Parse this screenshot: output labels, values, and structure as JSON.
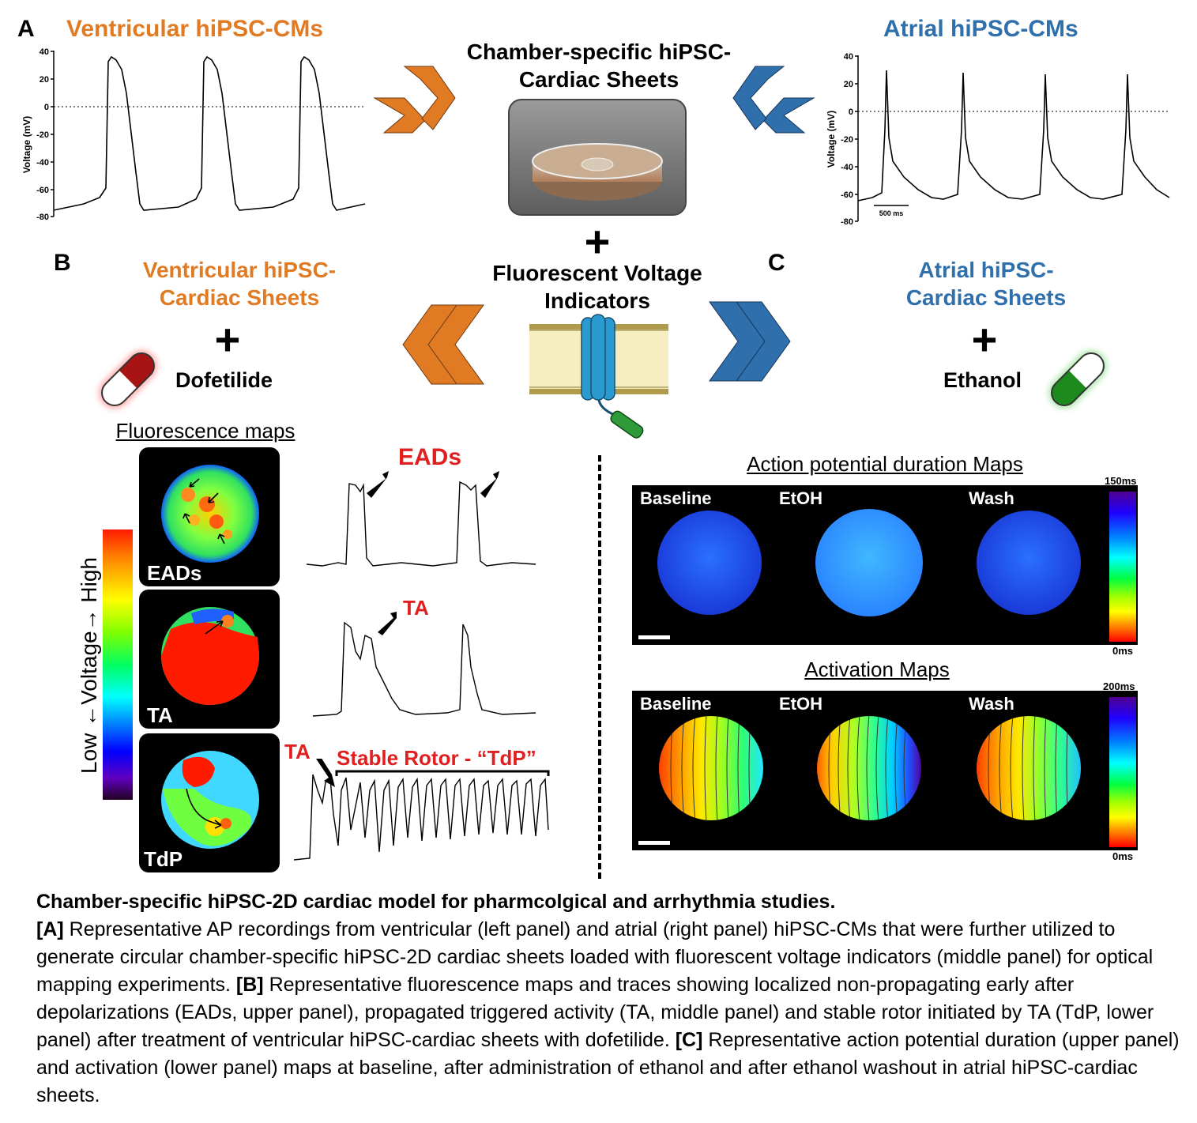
{
  "panel_a": {
    "letter": "A",
    "left_title": "Ventricular hiPSC-CMs",
    "right_title": "Atrial hiPSC-CMs",
    "center_title_line1": "Chamber-specific hiPSC-",
    "center_title_line2": "Cardiac Sheets",
    "left_plot": {
      "ylabel": "Voltage (mV)",
      "yticks": [
        "40",
        "20",
        "0",
        "-20",
        "-40",
        "-60",
        "-80"
      ]
    },
    "right_plot": {
      "ylabel": "Voltage (mV)",
      "yticks": [
        "40",
        "20",
        "0",
        "-20",
        "-40",
        "-60",
        "-80"
      ],
      "scalebar": "500 ms"
    }
  },
  "center": {
    "plus": "+",
    "indicator_line1": "Fluorescent Voltage",
    "indicator_line2": "Indicators"
  },
  "panel_b": {
    "letter": "B",
    "title_line1": "Ventricular hiPSC-",
    "title_line2": "Cardiac Sheets",
    "plus": "+",
    "drug": "Dofetilide",
    "fluorescence_title": "Fluorescence maps",
    "colorbar_label": "Low ←Voltage→ High",
    "maps": [
      "EADs",
      "TA",
      "TdP"
    ],
    "trace_labels": {
      "eads": "EADs",
      "ta": "TA",
      "ta2": "TA",
      "rotor": "Stable Rotor - “TdP”"
    }
  },
  "panel_c": {
    "letter": "C",
    "title_line1": "Atrial hiPSC-",
    "title_line2": "Cardiac Sheets",
    "plus": "+",
    "drug": "Ethanol",
    "apd_title": "Action potential duration Maps",
    "activation_title": "Activation Maps",
    "conditions": [
      "Baseline",
      "EtOH",
      "Wash"
    ],
    "apd_scale_max": "150ms",
    "apd_scale_min": "0ms",
    "act_scale_max": "200ms",
    "act_scale_min": "0ms"
  },
  "caption": {
    "title": "Chamber-specific hiPSC-2D cardiac model for pharmcolgical and arrhythmia studies.",
    "a_tag": "[A]",
    "a_text": " Representative AP recordings from ventricular (left panel) and atrial (right panel) hiPSC-CMs that were further utilized to generate circular chamber-specific hiPSC-2D cardiac sheets loaded with fluorescent voltage indicators (middle panel) for optical mapping experiments. ",
    "b_tag": "[B]",
    "b_text": " Representative fluorescence maps and traces showing localized non-propagating early after depolarizations (EADs, upper panel), propagated triggered activity (TA, middle panel) and stable rotor initiated by TA (TdP, lower panel) after treatment of ventricular hiPSC-cardiac sheets with dofetilide. ",
    "c_tag": "[C]",
    "c_text": " Representative action potential duration (upper panel) and activation (lower panel) maps at baseline, after administration of ethanol and after ethanol washout in atrial hiPSC-cardiac sheets."
  },
  "colors": {
    "orange": "#e07b24",
    "blue": "#2f6fab",
    "red": "#e02020"
  }
}
